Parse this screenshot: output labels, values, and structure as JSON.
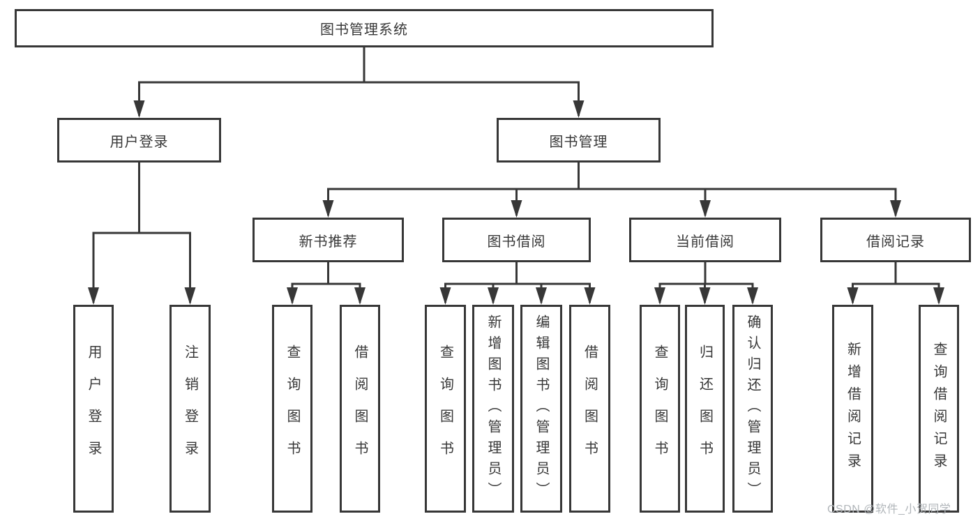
{
  "tree": {
    "label": "图书管理系统",
    "children": [
      {
        "label": "用户登录",
        "children": [
          {
            "label": "用户登录"
          },
          {
            "label": "注销登录"
          }
        ]
      },
      {
        "label": "图书管理",
        "children": [
          {
            "label": "新书推荐",
            "children": [
              {
                "label": "查询图书"
              },
              {
                "label": "借阅图书"
              }
            ]
          },
          {
            "label": "图书借阅",
            "children": [
              {
                "label": "查询图书"
              },
              {
                "label": "新增图书（管理员）"
              },
              {
                "label": "编辑图书（管理员）"
              },
              {
                "label": "借阅图书"
              }
            ]
          },
          {
            "label": "当前借阅",
            "children": [
              {
                "label": "查询图书"
              },
              {
                "label": "归还图书"
              },
              {
                "label": "确认归还（管理员）"
              }
            ]
          },
          {
            "label": "借阅记录",
            "children": [
              {
                "label": "新增借阅记录"
              },
              {
                "label": "查询借阅记录"
              }
            ]
          }
        ]
      }
    ]
  },
  "watermark": {
    "text": "CSDN @软件_小贺同学"
  },
  "colors": {
    "line": "#373737",
    "text": "#373737",
    "box_fill": "#ffffff",
    "background": "#ffffff",
    "watermark": "#b0b5b9"
  }
}
